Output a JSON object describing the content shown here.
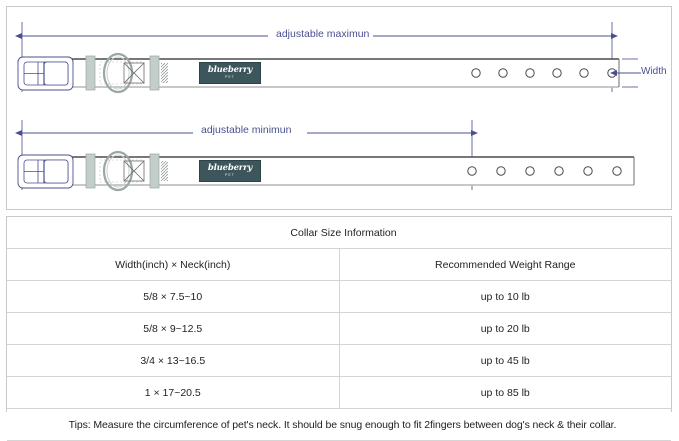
{
  "diagram": {
    "labels": {
      "adjustable_max": "adjustable maximun",
      "adjustable_min": "adjustable minimun",
      "width": "Width"
    },
    "logo": {
      "brand": "blueberry",
      "sub": "PET"
    },
    "colors": {
      "dimension_line": "#4a4f91",
      "strap_outline": "#555555",
      "hardware_fill": "#c3cdc9",
      "patch_bg": "#3c565b",
      "frame_border": "#c9c9c9"
    },
    "collars": [
      {
        "name": "adjustable-maximum-collar",
        "holes": 6,
        "dimension_end_hole_index": 5
      },
      {
        "name": "adjustable-minimum-collar",
        "holes": 6,
        "dimension_end_hole_index": 0
      }
    ]
  },
  "table": {
    "title": "Collar Size Information",
    "headers": [
      "Width(inch)  ×  Neck(inch)",
      "Recommended Weight Range"
    ],
    "rows": [
      [
        "5/8 × 7.5~10",
        "up to 10 lb"
      ],
      [
        "5/8 × 9~12.5",
        "up to 20 lb"
      ],
      [
        "3/4 × 13~16.5",
        "up to 45 lb"
      ],
      [
        "1 × 17~20.5",
        "up to 85 lb"
      ]
    ],
    "tips": "Tips: Measure the circumference of pet's neck. It should be snug enough to fit 2fingers between dog's neck & their collar."
  }
}
